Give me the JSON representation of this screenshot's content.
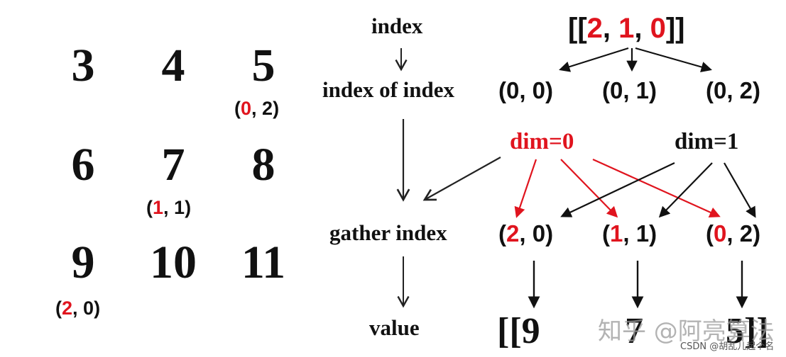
{
  "grid": {
    "cells": [
      {
        "id": "c3",
        "value": "3"
      },
      {
        "id": "c4",
        "value": "4"
      },
      {
        "id": "c5",
        "value": "5"
      },
      {
        "id": "c6",
        "value": "6"
      },
      {
        "id": "c7",
        "value": "7"
      },
      {
        "id": "c8",
        "value": "8"
      },
      {
        "id": "c9",
        "value": "9"
      },
      {
        "id": "c10",
        "value": "10"
      },
      {
        "id": "c11",
        "value": "11"
      }
    ],
    "coords": {
      "c5": {
        "first": "0",
        "sep": ", ",
        "second": "2"
      },
      "c7": {
        "first": "1",
        "sep": ", ",
        "second": "1"
      },
      "c9": {
        "first": "2",
        "sep": ", ",
        "second": "0"
      }
    }
  },
  "labels": {
    "index": "index",
    "index_of_index": "index of index",
    "gather_index": "gather index",
    "value": "value"
  },
  "index_tensor": {
    "open": "[[",
    "v0": "2",
    "comma1": ", ",
    "v1": "1",
    "comma2": ", ",
    "v2": "0",
    "close": "]]"
  },
  "index_of_index": [
    "(0, 0)",
    "(0, 1)",
    "(0, 2)"
  ],
  "dims": {
    "dim0": "dim=0",
    "dim1": "dim=1"
  },
  "gather_index": [
    {
      "a": "2",
      "b": "0"
    },
    {
      "a": "1",
      "b": "1"
    },
    {
      "a": "0",
      "b": "2"
    }
  ],
  "result": {
    "open": "[[",
    "v0": "9",
    "v1": "7",
    "v2": "5",
    "close": "]]"
  },
  "watermark": "知乎 @阿亮算法",
  "credit": "CSDN @胡乱儿起个名",
  "colors": {
    "highlight": "#e0141e",
    "text": "#111111",
    "arrow": "#111111"
  }
}
